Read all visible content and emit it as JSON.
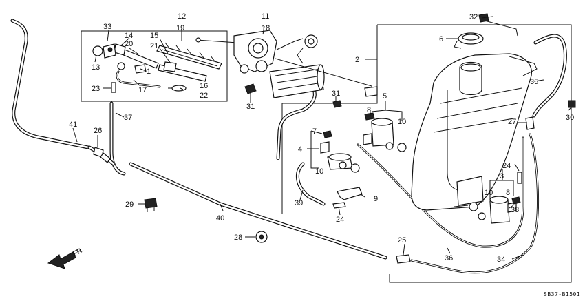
{
  "callouts": [
    "1",
    "2",
    "3",
    "4",
    "5",
    "6",
    "7",
    "8",
    "9",
    "10",
    "11",
    "12",
    "13",
    "14",
    "15",
    "16",
    "17",
    "18",
    "19",
    "20",
    "21",
    "22",
    "23",
    "24",
    "25",
    "26",
    "27",
    "28",
    "29",
    "30",
    "31",
    "32",
    "33",
    "34",
    "35",
    "36",
    "37",
    "38",
    "39",
    "40",
    "41"
  ],
  "direction_label": "FR.",
  "drawing_code": "SB37-B1501"
}
